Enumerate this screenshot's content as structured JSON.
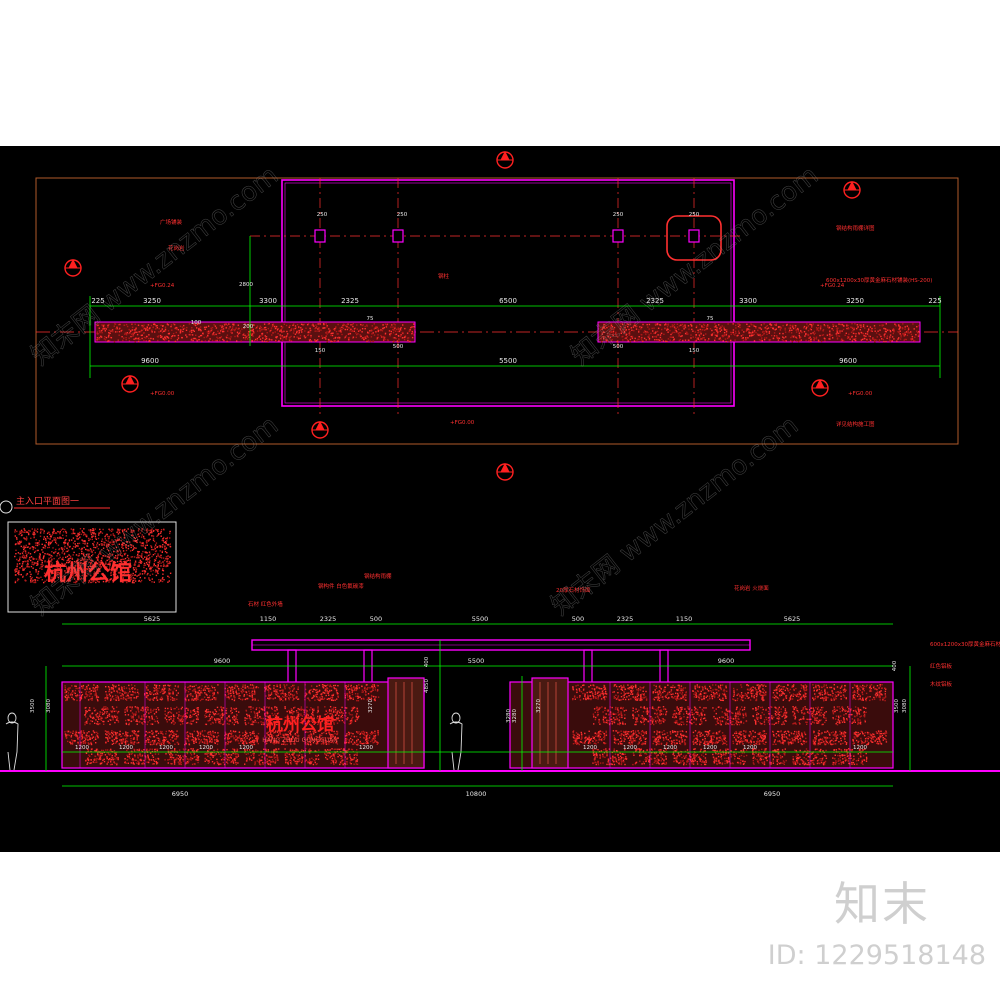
{
  "watermark": {
    "brand": "知末",
    "id_text": "ID: 1229518148",
    "diag": "www.znzmo.com",
    "diag_cn": "知末网"
  },
  "plan": {
    "title": "主入口平面图一",
    "dims_top": [
      "225",
      "3250",
      "3300",
      "2325",
      "6500",
      "2325",
      "3300",
      "3250",
      "225"
    ],
    "dims_mid": [
      "9600",
      "5500",
      "9600"
    ],
    "dims_small": [
      "250",
      "250",
      "250",
      "250",
      "200",
      "100",
      "75",
      "75",
      "500",
      "500",
      "150",
      "150",
      "2800"
    ],
    "elevs": [
      "+FG0.24",
      "+FG0.24",
      "+FG0.00",
      "+FG0.00",
      "+FG0.00"
    ],
    "notes": [
      "广场铺装",
      "花岗岩",
      "钢柱",
      "600x1200x30厚黄金麻石材铺装(HS-200)",
      "钢结构雨棚详图",
      "详见结构施工图"
    ]
  },
  "elevation": {
    "dims_top": [
      "5625",
      "1150",
      "2325",
      "500",
      "5500",
      "500",
      "2325",
      "1150",
      "5625"
    ],
    "dims_second": [
      "9600",
      "5500",
      "9600"
    ],
    "dims_cols": [
      "1200",
      "1200",
      "1200",
      "1200",
      "1200",
      "1200",
      "1200",
      "1200",
      "1200",
      "1200",
      "1200",
      "1200"
    ],
    "dims_bottom": [
      "6950",
      "10800",
      "6950"
    ],
    "dims_vert": [
      "3500",
      "3080",
      "3280",
      "3280",
      "3080",
      "3500",
      "4850",
      "400",
      "3270",
      "3270",
      "400"
    ],
    "sign_cn": "杭州公馆",
    "sign_en": "HANG ZHOU GONGGUAN",
    "notes": [
      "钢结构雨棚",
      "钢构件 白色氟碳漆",
      "石材 红色外墙",
      "20厚石材饰面",
      "花岗岩 火烧面",
      "600x1200x30厚黄金麻石材铺装",
      "红色铝板",
      "木纹铝板"
    ]
  },
  "colors": {
    "bg": "#000000",
    "dim": "#00ff00",
    "red": "#ff2020",
    "magenta": "#ff00ff",
    "outline": "#c06030"
  }
}
